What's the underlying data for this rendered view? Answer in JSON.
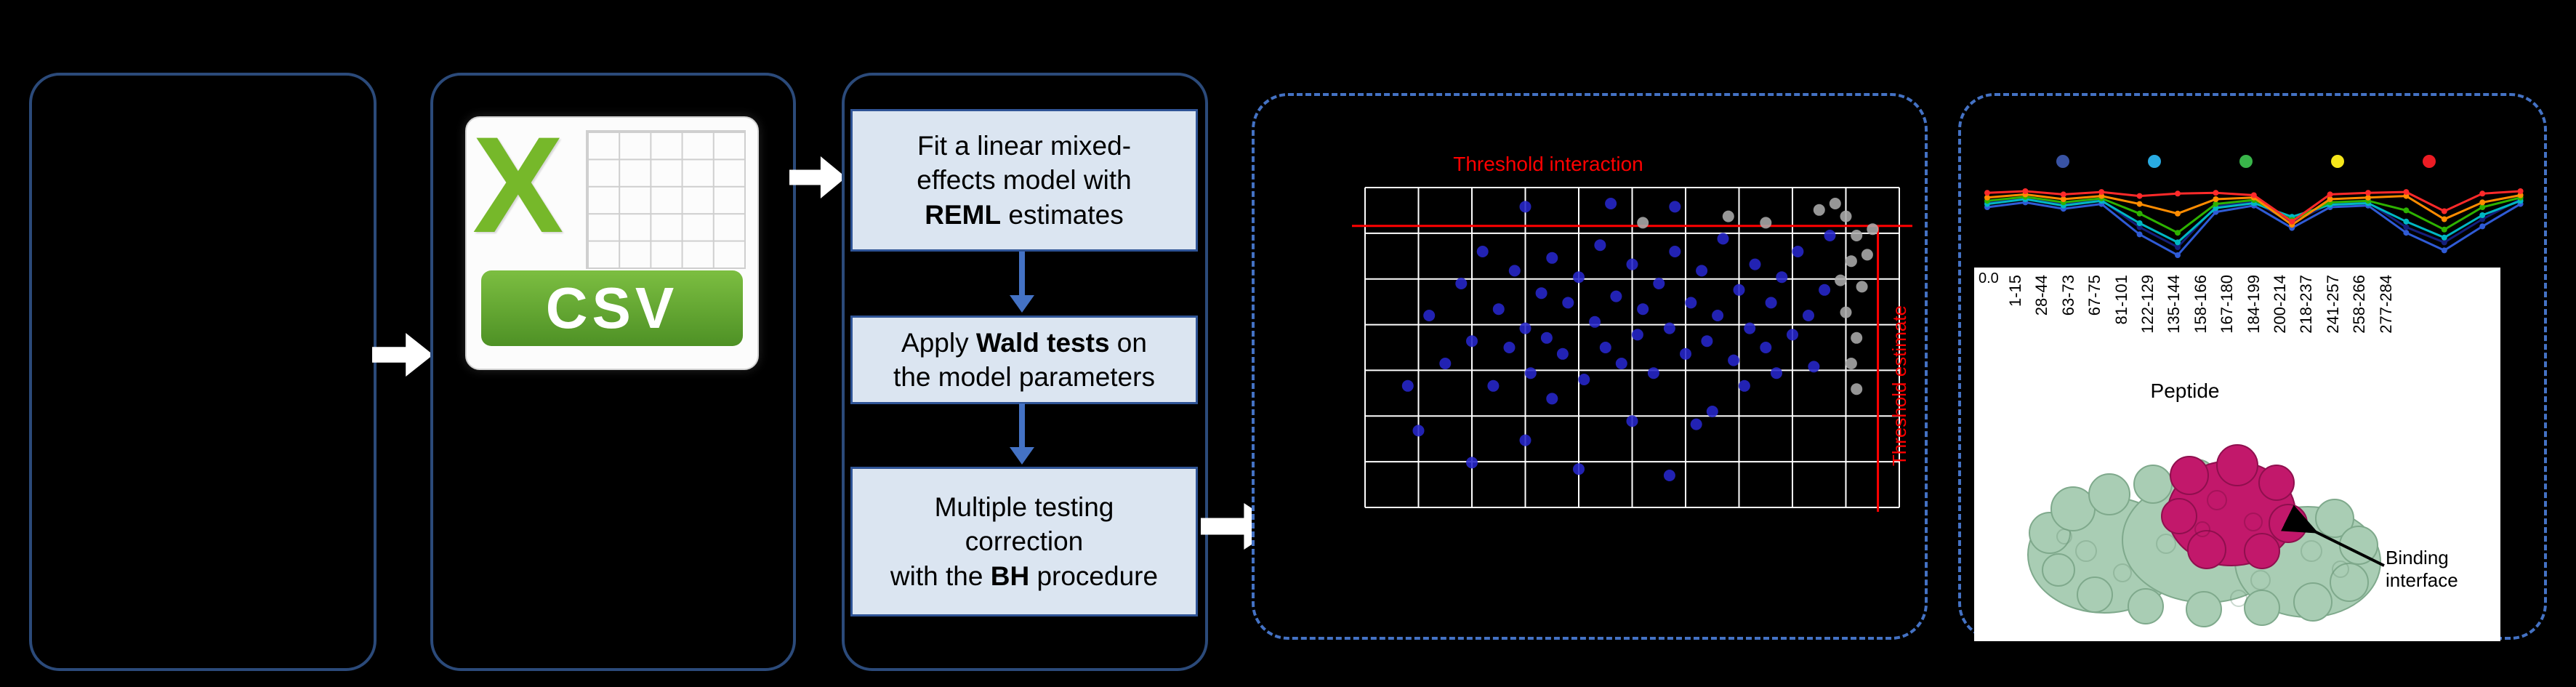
{
  "labels": {
    "threshold_interaction": "Threshold interaction",
    "threshold_estimate": "Threshold estimate",
    "peptide_axis": "Peptide",
    "ytick": "0.0",
    "binding_interface": "Binding\ninterface"
  },
  "csv": {
    "letter": "X",
    "label": "CSV"
  },
  "steps": [
    {
      "before": "Fit a linear mixed-\neffects model with\n",
      "bold": "REML",
      "after": " estimates"
    },
    {
      "before": "Apply ",
      "bold": "Wald tests",
      "after": " on\nthe model parameters"
    },
    {
      "before": "Multiple testing\ncorrection\nwith the ",
      "bold": "BH",
      "after": " procedure"
    }
  ],
  "colors": {
    "panel_border": "#2B4A7A",
    "dashed_border": "#4472C4",
    "box_fill": "#DBE5F1",
    "box_border": "#2F5496",
    "arrow_blue": "#4472C4",
    "threshold_red": "#FF0000",
    "scatter_blue": "#2727CC",
    "scatter_gray": "#ABABAB",
    "csv_green": "#76B82A",
    "protein_green": "#A9CDB4",
    "protein_magenta": "#C2186B"
  },
  "chart_data": [
    {
      "type": "scatter",
      "title": "Threshold interaction",
      "right_label": "Threshold estimate",
      "grid": {
        "cols": 10,
        "rows": 7,
        "on": true
      },
      "threshold_y_frac": 0.12,
      "threshold_x_frac": 0.96,
      "series": [
        {
          "name": "points-blue",
          "color": "#2727CC",
          "points": [
            [
              8,
              62
            ],
            [
              12,
              40
            ],
            [
              15,
              55
            ],
            [
              18,
              30
            ],
            [
              20,
              48
            ],
            [
              22,
              20
            ],
            [
              24,
              62
            ],
            [
              25,
              38
            ],
            [
              27,
              50
            ],
            [
              28,
              26
            ],
            [
              30,
              44
            ],
            [
              31,
              58
            ],
            [
              33,
              33
            ],
            [
              34,
              47
            ],
            [
              35,
              22
            ],
            [
              37,
              52
            ],
            [
              38,
              36
            ],
            [
              40,
              28
            ],
            [
              41,
              60
            ],
            [
              43,
              42
            ],
            [
              44,
              18
            ],
            [
              45,
              50
            ],
            [
              47,
              34
            ],
            [
              48,
              55
            ],
            [
              50,
              24
            ],
            [
              51,
              46
            ],
            [
              52,
              38
            ],
            [
              54,
              58
            ],
            [
              55,
              30
            ],
            [
              57,
              44
            ],
            [
              58,
              20
            ],
            [
              60,
              52
            ],
            [
              61,
              36
            ],
            [
              63,
              26
            ],
            [
              64,
              48
            ],
            [
              66,
              40
            ],
            [
              67,
              16
            ],
            [
              69,
              54
            ],
            [
              70,
              32
            ],
            [
              72,
              44
            ],
            [
              73,
              24
            ],
            [
              75,
              50
            ],
            [
              76,
              36
            ],
            [
              78,
              28
            ],
            [
              80,
              46
            ],
            [
              81,
              20
            ],
            [
              83,
              40
            ],
            [
              84,
              56
            ],
            [
              86,
              32
            ],
            [
              87,
              15
            ],
            [
              10,
              76
            ],
            [
              30,
              79
            ],
            [
              50,
              73
            ],
            [
              65,
              70
            ],
            [
              20,
              86
            ],
            [
              40,
              88
            ],
            [
              57,
              90
            ],
            [
              35,
              66
            ],
            [
              46,
              5
            ],
            [
              58,
              6
            ],
            [
              30,
              6
            ],
            [
              71,
              62
            ],
            [
              77,
              58
            ],
            [
              62,
              74
            ]
          ]
        },
        {
          "name": "points-gray",
          "color": "#ABABAB",
          "points": [
            [
              90,
              9
            ],
            [
              92,
              15
            ],
            [
              91,
              23
            ],
            [
              93,
              31
            ],
            [
              90,
              39
            ],
            [
              92,
              47
            ],
            [
              91,
              55
            ],
            [
              94,
              21
            ],
            [
              89,
              29
            ],
            [
              92,
              63
            ],
            [
              75,
              11
            ],
            [
              68,
              9
            ],
            [
              52,
              11
            ],
            [
              85,
              7
            ],
            [
              95,
              13
            ],
            [
              88,
              5
            ]
          ]
        }
      ]
    },
    {
      "type": "line",
      "categories": [
        "1-15",
        "28-44",
        "63-73",
        "67-75",
        "81-101",
        "122-129",
        "135-144",
        "158-166",
        "167-180",
        "184-199",
        "200-214",
        "218-237",
        "241-257",
        "258-266",
        "277-284"
      ],
      "xlabel": "Peptide",
      "ytick_label": "0.0",
      "condition_dot_colors": [
        "#3953A4",
        "#29ABE2",
        "#39B54A",
        "#F5E61A",
        "#EC1C24"
      ],
      "series": [
        {
          "name": "line-navy",
          "color": "#141E7A",
          "values": [
            24,
            19,
            26,
            21,
            55,
            80,
            29,
            23,
            49,
            26,
            24,
            55,
            74,
            45,
            20
          ]
        },
        {
          "name": "line-blue",
          "color": "#2F5BD6",
          "values": [
            30,
            24,
            32,
            26,
            64,
            90,
            36,
            28,
            56,
            30,
            28,
            62,
            84,
            54,
            26
          ]
        },
        {
          "name": "line-teal",
          "color": "#00B7C3",
          "values": [
            26,
            20,
            28,
            22,
            50,
            74,
            31,
            25,
            42,
            27,
            25,
            48,
            68,
            40,
            22
          ]
        },
        {
          "name": "line-green",
          "color": "#2DB200",
          "values": [
            22,
            17,
            24,
            19,
            38,
            62,
            26,
            21,
            46,
            24,
            22,
            34,
            58,
            30,
            18
          ]
        },
        {
          "name": "line-orange",
          "color": "#FF8C00",
          "values": [
            18,
            14,
            20,
            16,
            26,
            38,
            20,
            18,
            52,
            20,
            18,
            16,
            45,
            24,
            15
          ]
        },
        {
          "name": "line-red",
          "color": "#FF2A2A",
          "values": [
            12,
            10,
            14,
            11,
            16,
            13,
            12,
            15,
            48,
            14,
            12,
            11,
            35,
            13,
            10
          ]
        }
      ]
    }
  ]
}
